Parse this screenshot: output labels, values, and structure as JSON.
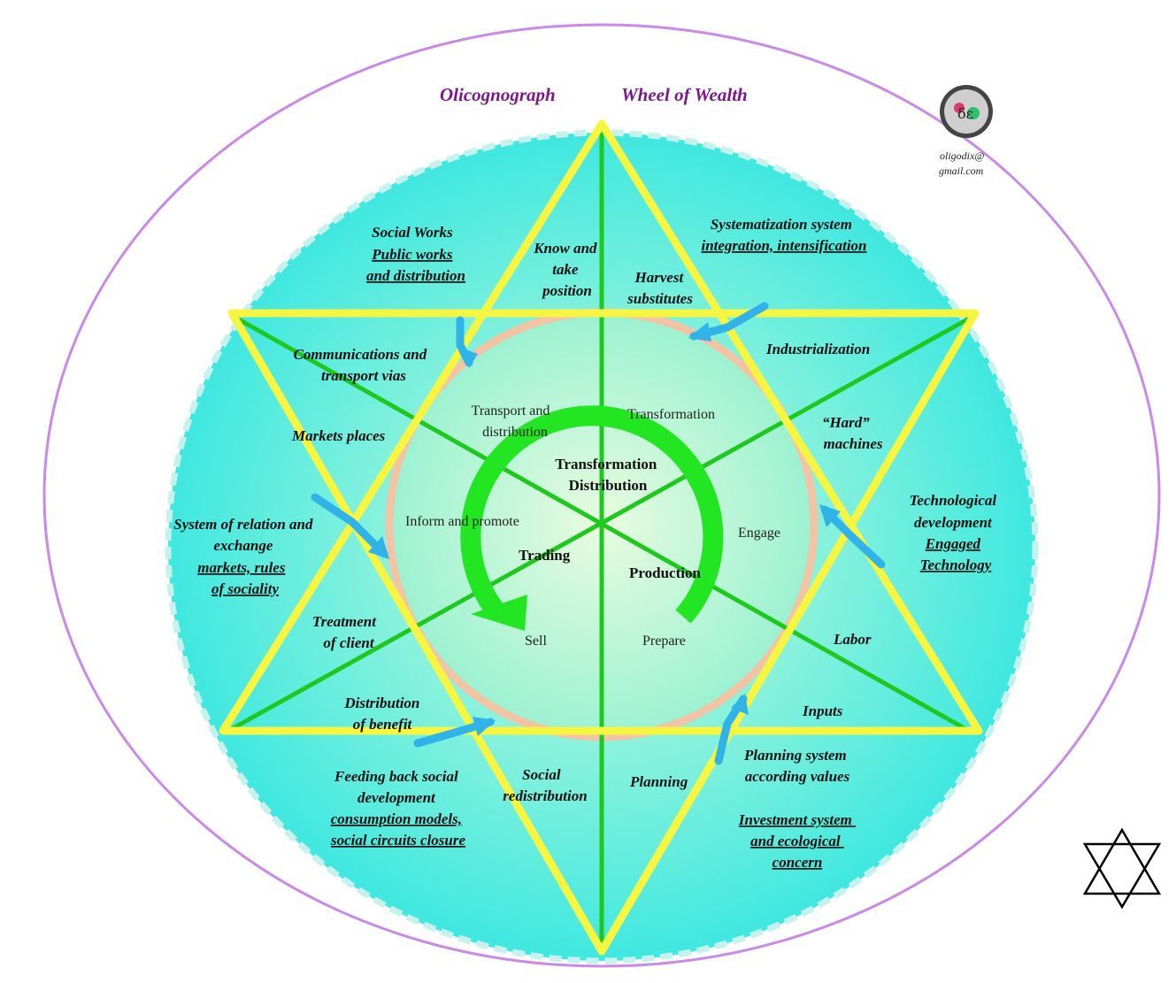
{
  "title_left": "Olicognograph",
  "title_right": "Wheel of Wealth",
  "contact_email": [
    "oligodix@",
    "gmail.com"
  ],
  "logo_icon": "oligodix-logo-icon",
  "corner_icon": "star-of-david-icon",
  "colors": {
    "outer_ellipse": "#c98ae6",
    "disc_fill": "#3fe8e0",
    "disc_edge": "#b9ece8",
    "star_outline": "#f5f542",
    "axis_lines": "#1ec81e",
    "inner_ring": "#f2c4a6",
    "cycle_arrow": "#22e622",
    "blue_arrows": "#2fb3e8",
    "title_text": "#7a1a8a"
  },
  "triangle_points": {
    "top": [
      "Know and",
      "take",
      "position"
    ],
    "upper_right": [
      "Industrialization"
    ],
    "lower_right": [
      "Inputs"
    ],
    "bottom": [
      "Social",
      "redistribution"
    ],
    "lower_left": [
      "Distribution",
      "of benefit"
    ],
    "upper_left": [
      "Communications and",
      "transport vias"
    ]
  },
  "star_labels": {
    "harvest": [
      "Harvest",
      "substitutes"
    ],
    "hard_machines": [
      "“Hard”",
      "machines"
    ],
    "labor": "Labor",
    "planning": "Planning",
    "treatment": [
      "Treatment",
      "of client"
    ],
    "markets_places": "Markets places"
  },
  "outer_labels": {
    "social_works": [
      "Social Works",
      "Public works",
      "and distribution"
    ],
    "systematization": [
      "Systematization system",
      "integration, intensification"
    ],
    "technological": [
      "Technological",
      "development",
      "Engaged",
      "Technology"
    ],
    "planning_system": [
      "Planning system",
      "according values"
    ],
    "investment": [
      "Investment system",
      "and ecological",
      "concern"
    ],
    "feeding_back": [
      "Feeding back social",
      "development",
      "consumption models,",
      "social circuits closure"
    ],
    "relation_exchange": [
      "System of relation and",
      "exchange",
      "markets, rules",
      "of sociality"
    ]
  },
  "cycle_stages": {
    "transformation": "Transformation",
    "transport": [
      "Transport and",
      "distribution"
    ],
    "inform": "Inform and promote",
    "engage": "Engage",
    "sell": "Sell",
    "prepare": "Prepare"
  },
  "core_labels": {
    "transformation_distribution": [
      "Transformation",
      "Distribution"
    ],
    "trading": "Trading",
    "production": "Production"
  }
}
